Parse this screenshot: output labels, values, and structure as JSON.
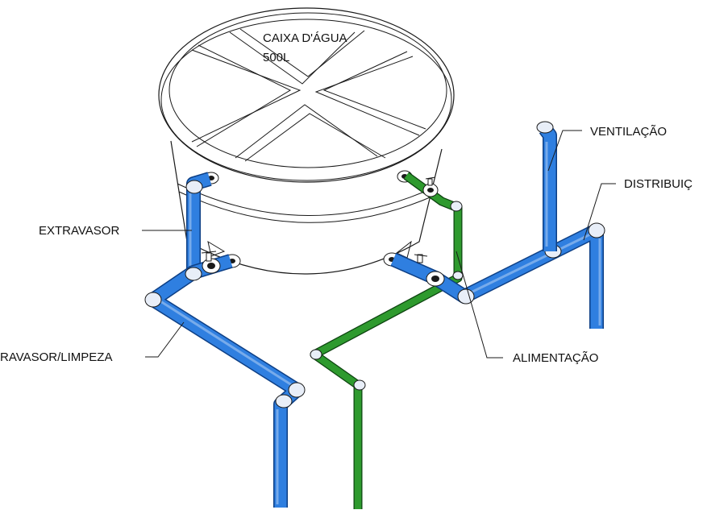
{
  "tank": {
    "title": "CAIXA D'ÁGUA",
    "capacity": "500L"
  },
  "labels": {
    "ventilacao": "VENTILAÇÃO",
    "distribuicao": "DISTRIBUIÇ",
    "extravasor": "EXTRAVASOR",
    "extravasor_limpeza": "RAVASOR/LIMPEZA",
    "alimentacao": "ALIMENTAÇÃO"
  },
  "colors": {
    "water_pipe": "#2f7fe0",
    "feed_pipe": "#2e9a2e",
    "outline": "#1a1a1a"
  }
}
